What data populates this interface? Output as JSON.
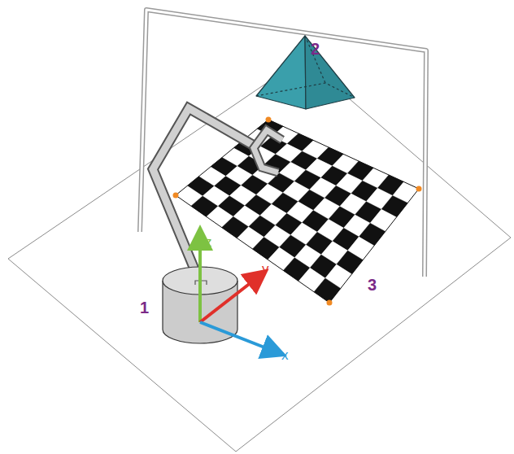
{
  "diagram": {
    "labels": [
      "2",
      "1",
      "3",
      "z",
      "y",
      "x"
    ]
  }
}
